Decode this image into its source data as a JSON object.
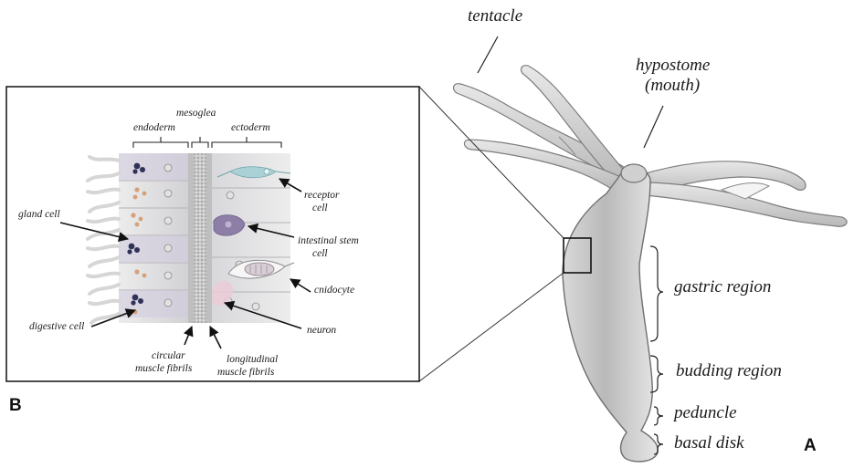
{
  "panel_a": {
    "letter": "A",
    "labels": {
      "tentacle": "tentacle",
      "hypostome_line1": "hypostome",
      "hypostome_line2": "(mouth)",
      "gastric_region": "gastric region",
      "budding_region": "budding region",
      "peduncle": "peduncle",
      "basal_disk": "basal disk"
    }
  },
  "panel_b": {
    "letter": "B",
    "labels": {
      "mesoglea": "mesoglea",
      "endoderm": "endoderm",
      "ectoderm": "ectoderm",
      "gland_cell": "gland cell",
      "receptor_cell_line1": "receptor",
      "receptor_cell_line2": "cell",
      "intestinal_stem_cell_line1": "intestinal stem",
      "intestinal_stem_cell_line2": "cell",
      "cnidocyte": "cnidocyte",
      "digestive_cell": "digestive cell",
      "neuron": "neuron",
      "circular_muscle_line1": "circular",
      "circular_muscle_line2": "muscle fibrils",
      "longitudinal_muscle_line1": "longitudinal",
      "longitudinal_muscle_line2": "muscle fibrils"
    }
  }
}
